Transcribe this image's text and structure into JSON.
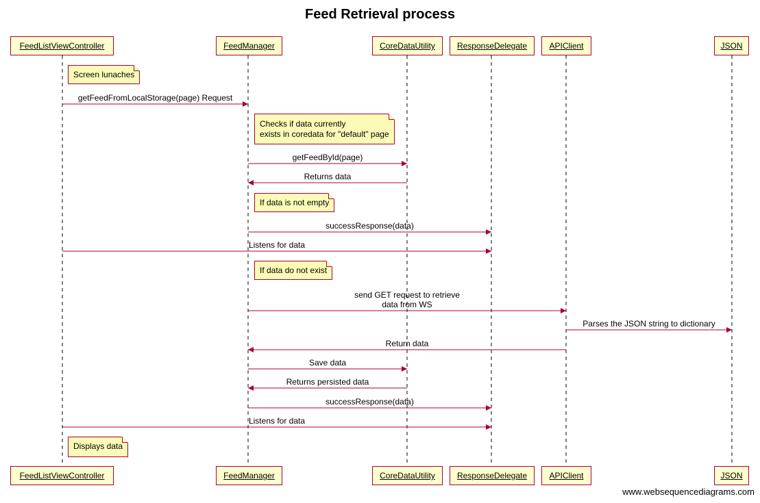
{
  "title": "Feed Retrieval process",
  "watermark": "www.websequencediagrams.com",
  "colors": {
    "line": "#a80036",
    "participant_fill": "#fefece",
    "note_fill": "#fbfbb8"
  },
  "participants": [
    {
      "id": "flvc",
      "name": "FeedListViewController"
    },
    {
      "id": "fm",
      "name": "FeedManager"
    },
    {
      "id": "cdu",
      "name": "CoreDataUtility"
    },
    {
      "id": "rd",
      "name": "ResponseDelegate"
    },
    {
      "id": "api",
      "name": "APIClient"
    },
    {
      "id": "json",
      "name": "JSON"
    }
  ],
  "notes": [
    {
      "over": "flvc",
      "lines": [
        "Screen lunaches"
      ]
    },
    {
      "over": "fm",
      "lines": [
        "Checks if data currently",
        "exists in coredata for \"default\" page"
      ]
    },
    {
      "over": "fm",
      "lines": [
        "If data is not empty"
      ]
    },
    {
      "over": "fm",
      "lines": [
        "If data do not exist"
      ]
    },
    {
      "over": "flvc",
      "lines": [
        "Displays data"
      ]
    }
  ],
  "messages": [
    {
      "from": "flvc",
      "to": "fm",
      "lines": [
        "getFeedFromLocalStorage(page) Request"
      ]
    },
    {
      "from": "fm",
      "to": "cdu",
      "lines": [
        "getFeedById(page)"
      ]
    },
    {
      "from": "cdu",
      "to": "fm",
      "lines": [
        "Returns data"
      ]
    },
    {
      "from": "fm",
      "to": "rd",
      "lines": [
        "successResponse(data)"
      ]
    },
    {
      "from": "flvc",
      "to": "rd",
      "lines": [
        "Listens for data"
      ]
    },
    {
      "from": "fm",
      "to": "api",
      "lines": [
        "send GET request to retrieve",
        "data from WS"
      ]
    },
    {
      "from": "api",
      "to": "json",
      "lines": [
        "Parses the JSON string to dictionary"
      ]
    },
    {
      "from": "api",
      "to": "fm",
      "lines": [
        "Return data"
      ]
    },
    {
      "from": "fm",
      "to": "cdu",
      "lines": [
        "Save data"
      ]
    },
    {
      "from": "cdu",
      "to": "fm",
      "lines": [
        "Returns persisted data"
      ]
    },
    {
      "from": "fm",
      "to": "rd",
      "lines": [
        "successResponse(data)"
      ]
    },
    {
      "from": "flvc",
      "to": "rd",
      "lines": [
        "Listens for data"
      ]
    }
  ]
}
